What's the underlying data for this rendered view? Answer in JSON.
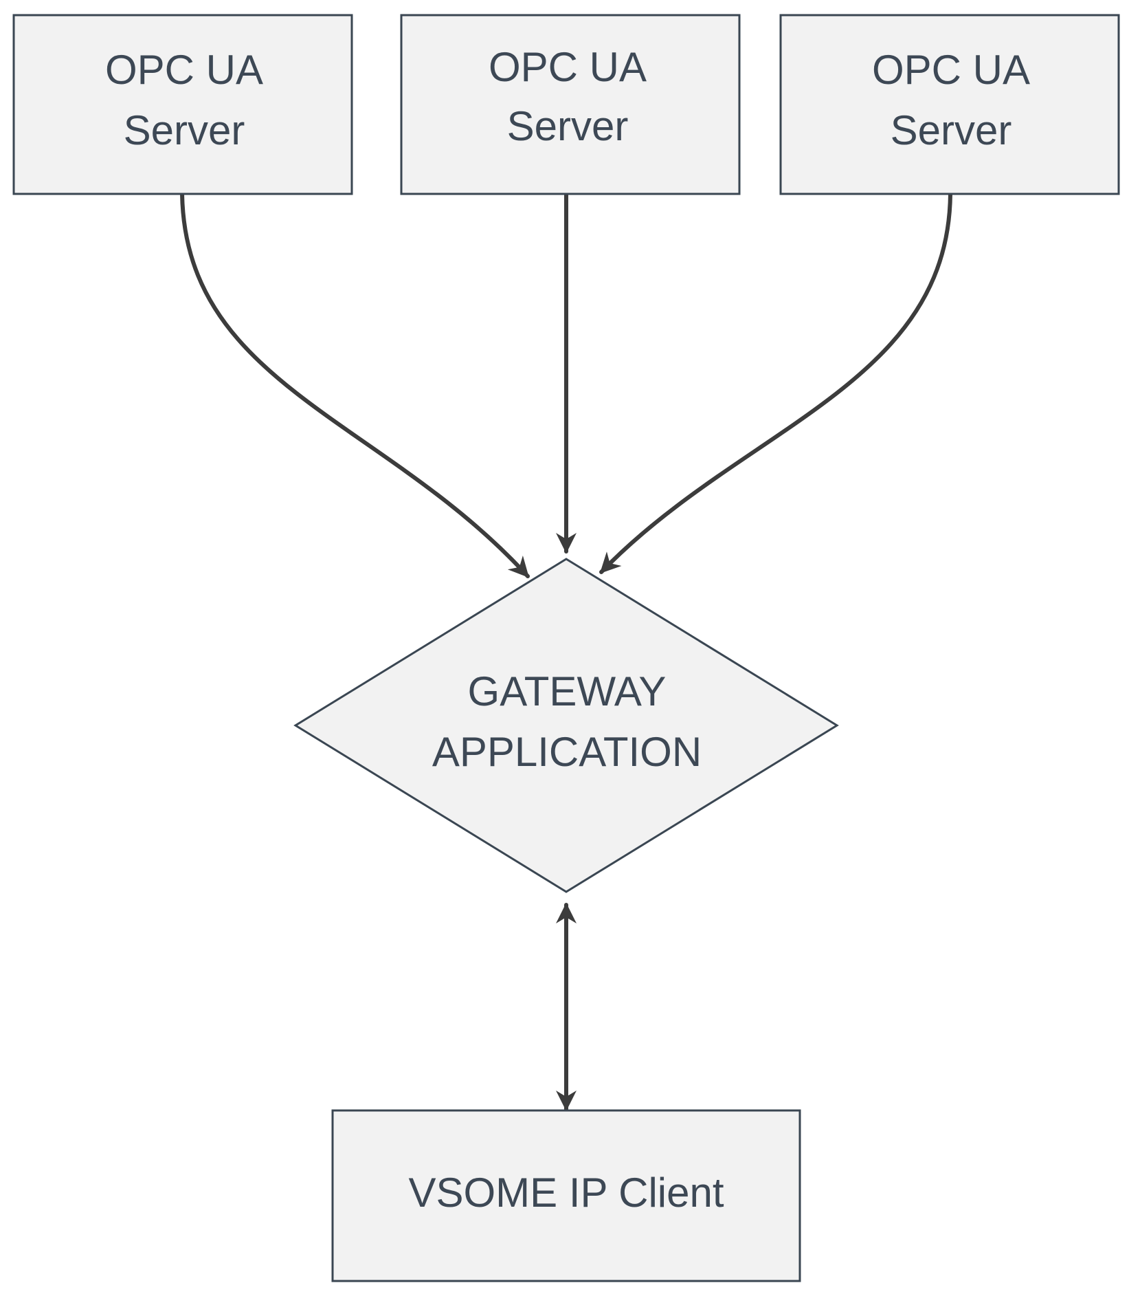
{
  "diagram": {
    "nodes": {
      "server_1": {
        "line1": "OPC UA",
        "line2": "Server"
      },
      "server_2": {
        "line1": "OPC UA",
        "line2": "Server"
      },
      "server_3": {
        "line1": "OPC UA",
        "line2": "Server"
      },
      "gateway": {
        "line1": "GATEWAY",
        "line2": "APPLICATION"
      },
      "client": {
        "label": "VSOME IP Client"
      }
    },
    "edges": [
      {
        "from": "OPC UA Server",
        "to": "GATEWAY APPLICATION",
        "direction": "one-way"
      },
      {
        "from": "OPC UA Server",
        "to": "GATEWAY APPLICATION",
        "direction": "one-way"
      },
      {
        "from": "OPC UA Server",
        "to": "GATEWAY APPLICATION",
        "direction": "one-way"
      },
      {
        "from": "GATEWAY APPLICATION",
        "to": "VSOME IP Client",
        "direction": "bidirectional"
      }
    ],
    "colors": {
      "node_fill": "#f2f2f2",
      "node_stroke": "#3a4652",
      "text": "#3d4855",
      "edge": "#3c3c3c"
    }
  }
}
